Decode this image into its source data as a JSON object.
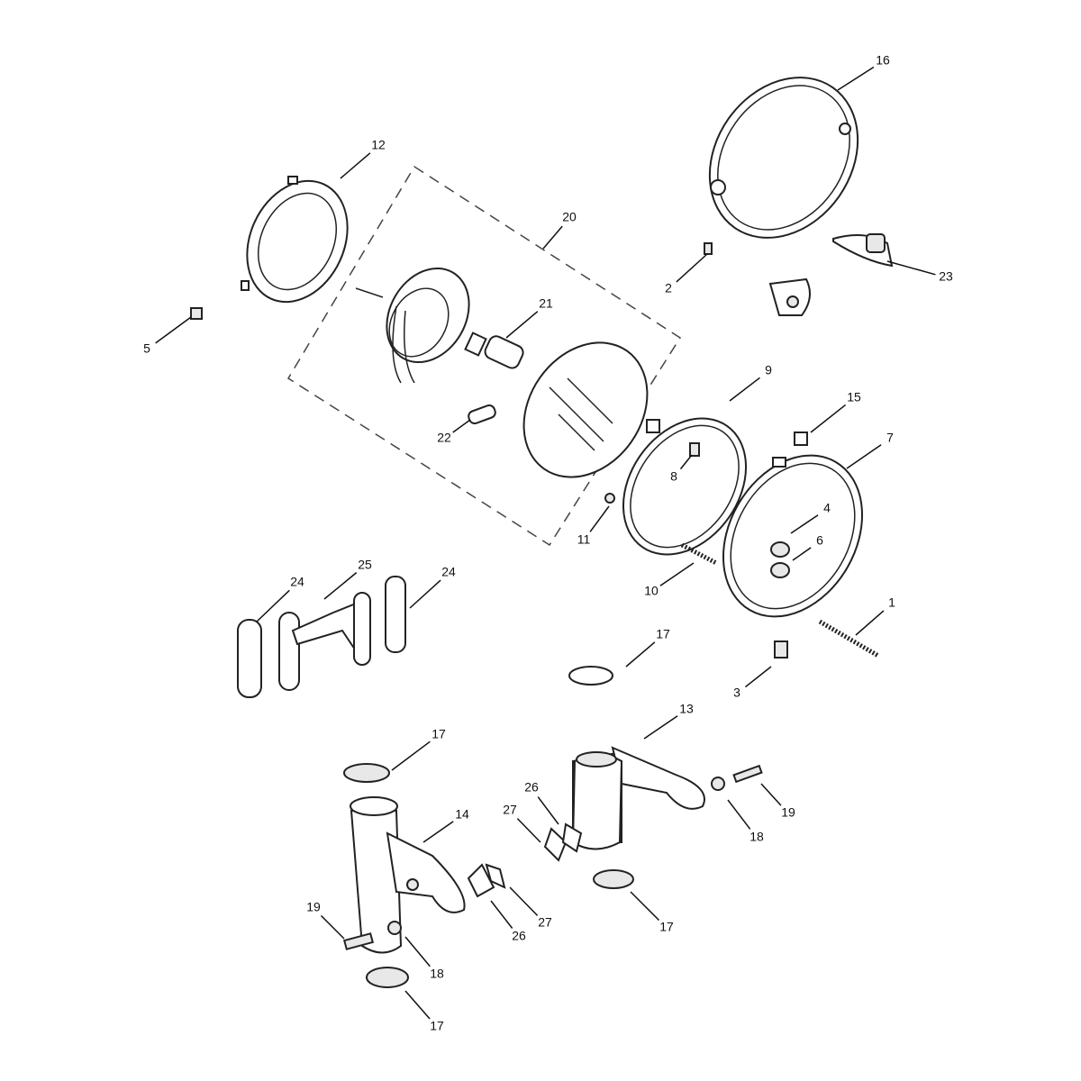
{
  "diagram": {
    "title": "Headlight assembly exploded parts diagram",
    "callouts": [
      "16",
      "12",
      "20",
      "2",
      "23",
      "5",
      "21",
      "9",
      "15",
      "22",
      "8",
      "7",
      "4",
      "6",
      "11",
      "10",
      "24",
      "25",
      "24",
      "1",
      "17",
      "3",
      "13",
      "17",
      "19",
      "18",
      "14",
      "26",
      "27",
      "26",
      "27",
      "17",
      "19",
      "18",
      "17"
    ]
  }
}
